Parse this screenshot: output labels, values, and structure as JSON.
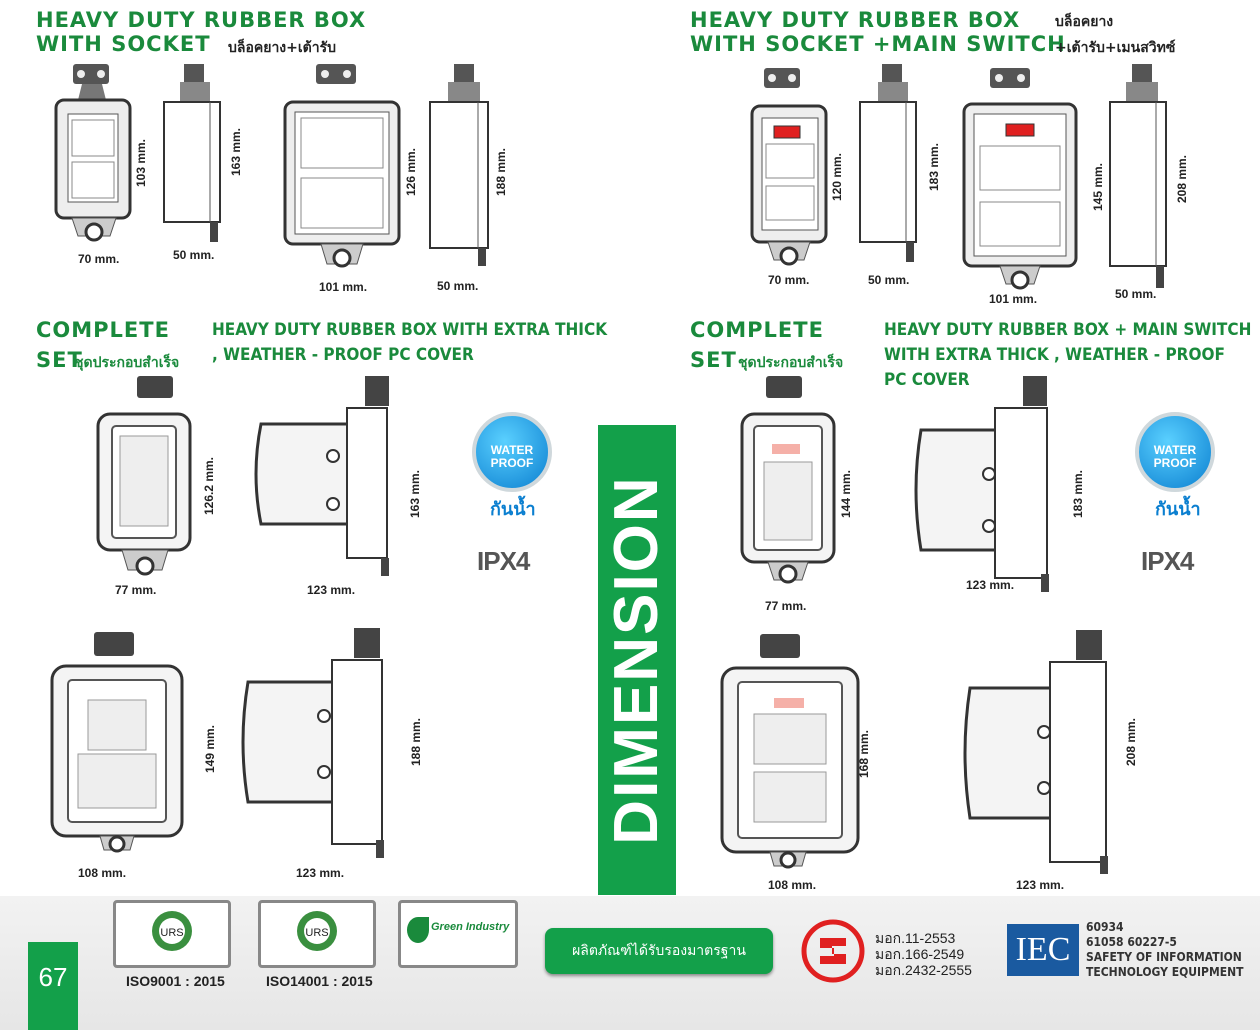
{
  "left_top": {
    "title_line1": "HEAVY DUTY RUBBER BOX",
    "title_line2": "WITH SOCKET",
    "title_thai": "บล็อคยาง+เต้ารับ",
    "dims": [
      "103 mm.",
      "163 mm.",
      "70 mm.",
      "50 mm.",
      "126 mm.",
      "188 mm.",
      "101 mm.",
      "50 mm."
    ]
  },
  "right_top": {
    "title_line1": "HEAVY DUTY RUBBER BOX",
    "title_line2": "WITH SOCKET +MAIN SWITCH",
    "title_thai1": "บล็อคยาง",
    "title_thai2": "+เต้ารับ+เมนสวิทซ์",
    "dims": [
      "120 mm.",
      "183 mm.",
      "70 mm.",
      "50 mm.",
      "145 mm.",
      "208 mm.",
      "101 mm.",
      "50 mm."
    ]
  },
  "left_set": {
    "heading1": "COMPLETE",
    "heading2": "SET",
    "heading_thai": "ชุดประกอบสำเร็จ",
    "desc_line1": "HEAVY DUTY RUBBER BOX WITH EXTRA THICK",
    "desc_line2": ", WEATHER - PROOF PC COVER",
    "dims": [
      "126.2 mm.",
      "163 mm.",
      "77 mm.",
      "123 mm.",
      "149 mm.",
      "188 mm.",
      "108 mm.",
      "123 mm."
    ]
  },
  "right_set": {
    "heading1": "COMPLETE",
    "heading2": "SET",
    "heading_thai": "ชุดประกอบสำเร็จ",
    "desc_line1": "HEAVY DUTY RUBBER BOX + MAIN SWITCH",
    "desc_line2": "WITH EXTRA THICK , WEATHER - PROOF",
    "desc_line3": "PC COVER",
    "dims": [
      "144 mm.",
      "183 mm.",
      "77 mm.",
      "123 mm.",
      "168 mm.",
      "208 mm.",
      "108 mm.",
      "123 mm."
    ]
  },
  "badges": {
    "waterproof_line1": "WATER",
    "waterproof_line2": "PROOF",
    "waterproof_thai": "กันน้ำ",
    "ipx": "IPX4"
  },
  "banner": "DIMENSION",
  "footer": {
    "page_number": "67",
    "iso1": "ISO9001 : 2015",
    "iso2": "ISO14001 : 2015",
    "green_industry": "Green Industry",
    "certified_text": "ผลิตภัณฑ์ได้รับรองมาตรฐาน",
    "tis": [
      "มอก.11-2553",
      "มอก.166-2549",
      "มอก.2432-2555"
    ],
    "iec": "IEC",
    "iec_lines": [
      "60934",
      "61058  60227-5",
      "SAFETY OF INFORMATION",
      "TECHNOLOGY EQUIPMENT"
    ]
  },
  "colors": {
    "green": "#1a8a3c",
    "banner": "#13a04a",
    "iec_blue": "#1a5aa0"
  }
}
